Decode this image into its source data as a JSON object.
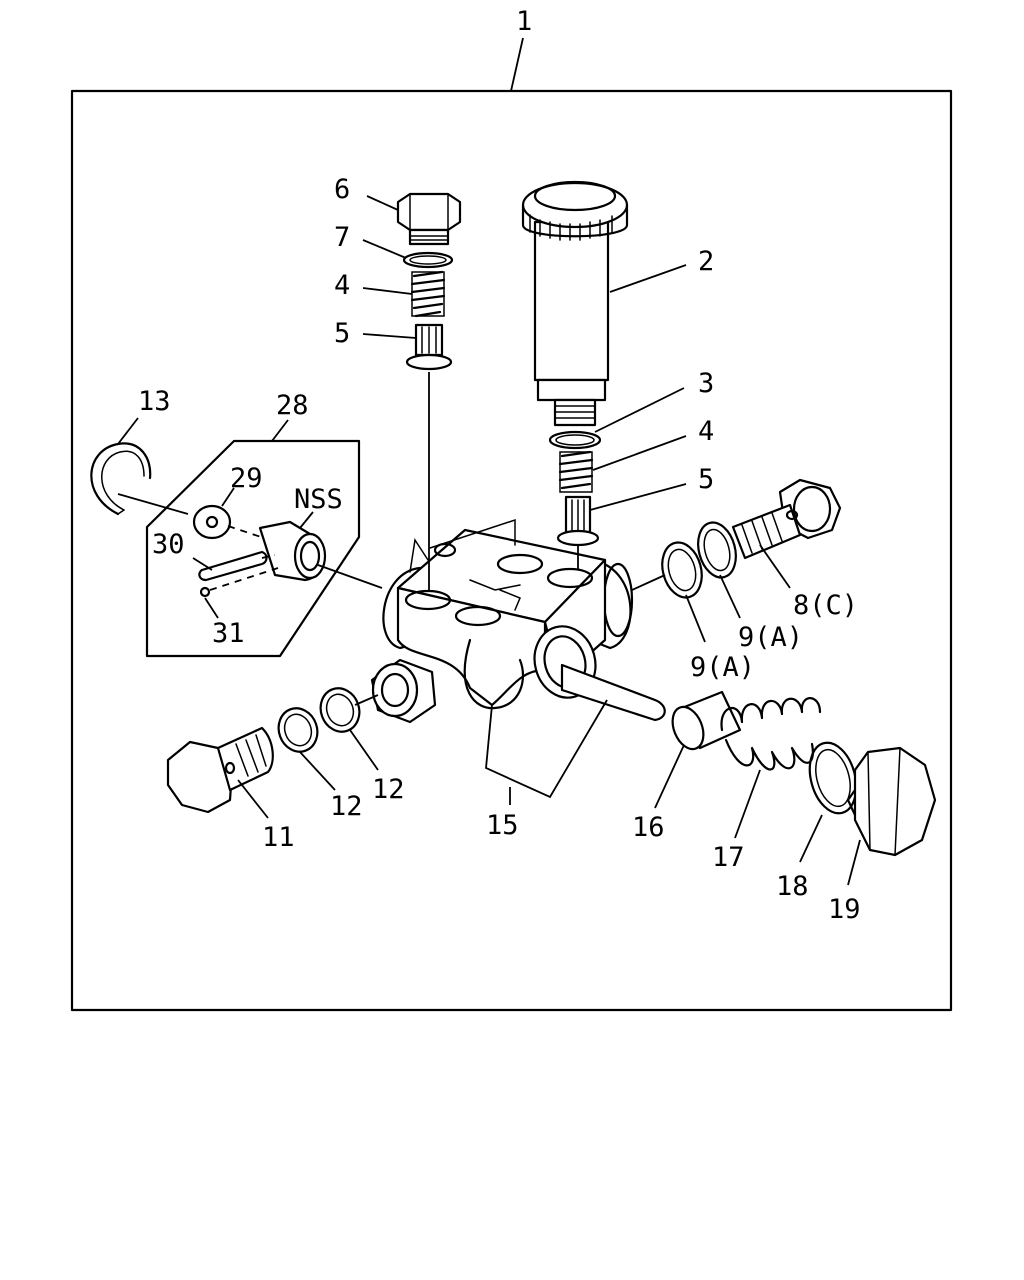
{
  "diagram": {
    "labels": {
      "l1": "1",
      "l2": "2",
      "l3": "3",
      "l4a": "4",
      "l4b": "4",
      "l5a": "5",
      "l5b": "5",
      "l6": "6",
      "l7": "7",
      "l8": "8(C)",
      "l9a": "9(A)",
      "l9b": "9(A)",
      "l11": "11",
      "l12a": "12",
      "l12b": "12",
      "l13": "13",
      "l15": "15",
      "l16": "16",
      "l17": "17",
      "l18": "18",
      "l19": "19",
      "l28": "28",
      "l29": "29",
      "l30": "30",
      "l31": "31",
      "nss": "NSS"
    }
  }
}
